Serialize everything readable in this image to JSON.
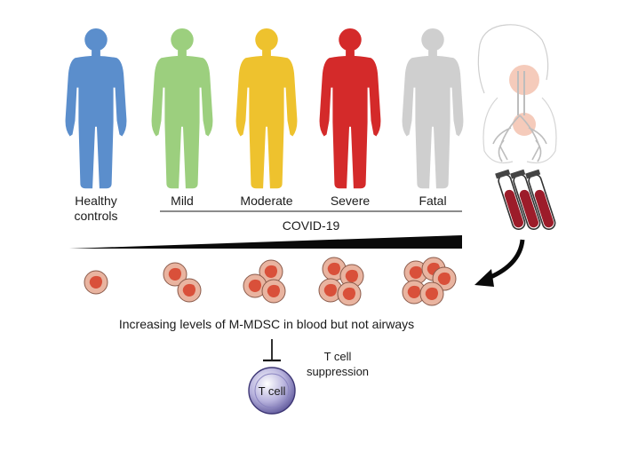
{
  "groups": [
    {
      "label": "Healthy\ncontrols",
      "color": "#5b8ecc",
      "cells": 1
    },
    {
      "label": "Mild",
      "color": "#9ccf7e",
      "cells": 2
    },
    {
      "label": "Moderate",
      "color": "#eec22e",
      "cells": 3
    },
    {
      "label": "Severe",
      "color": "#d42a2a",
      "cells": 4
    },
    {
      "label": "Fatal",
      "color": "#cfcfcf",
      "cells": 5
    }
  ],
  "covid_label": "COVID-19",
  "finding_text": "Increasing levels of M-MDSC in blood but not airways",
  "suppression_text": "T cell\nsuppression",
  "tcell_label": "T cell",
  "colors": {
    "cell_outer": "#e9b4a0",
    "cell_inner": "#d9503a",
    "tcell": "#9a94c9",
    "wedge": "#0a0a0a",
    "tube_blood": "#9c1c2a"
  },
  "icons": [
    "human-figure-icon",
    "lungs-airway-icon",
    "blood-tube-icon",
    "mdsc-cell-icon",
    "tcell-icon",
    "curved-arrow-icon",
    "inhibition-icon"
  ]
}
